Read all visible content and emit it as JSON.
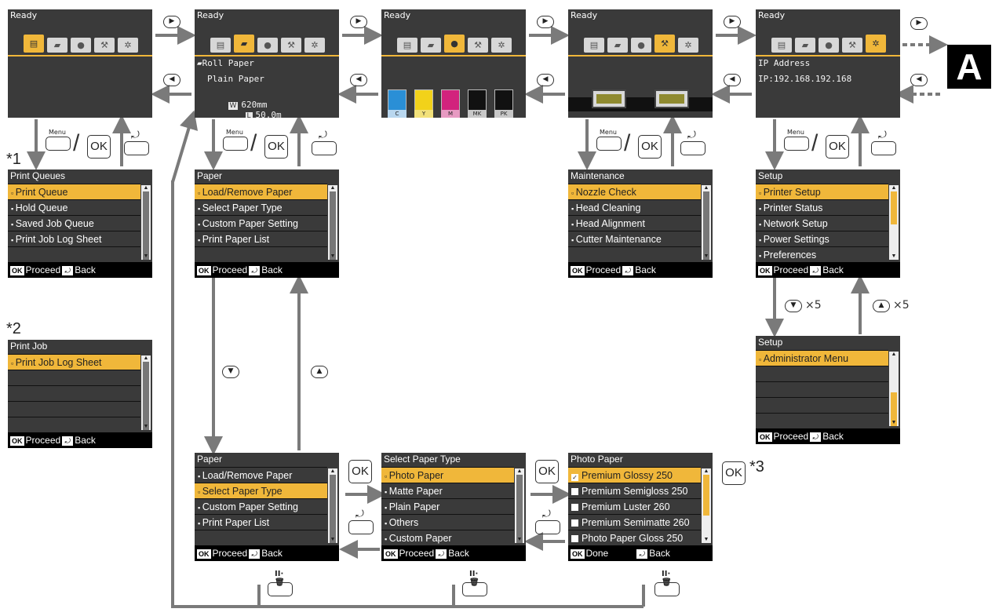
{
  "ready": {
    "title": "Ready",
    "paper_line1": "Roll Paper",
    "paper_line2": "Plain Paper",
    "width_value": "620mm",
    "length_value": "50.0m",
    "width_badge": "W",
    "length_badge": "L",
    "ip_line1": "IP Address",
    "ip_line2": "IP:192.168.192.168",
    "ink_labels": [
      "C",
      "Y",
      "M",
      "MK",
      "PK"
    ],
    "ink_colors": [
      "#2a8fd6",
      "#f2d21a",
      "#d2237d",
      "#111111",
      "#111111"
    ]
  },
  "menus": {
    "print_queues": {
      "title": "Print Queues",
      "items": [
        "Print Queue",
        "Hold Queue",
        "Saved Job Queue",
        "Print Job Log Sheet"
      ]
    },
    "print_job": {
      "title": "Print Job",
      "items": [
        "Print Job Log Sheet"
      ]
    },
    "paper": {
      "title": "Paper",
      "items": [
        "Load/Remove Paper",
        "Select Paper Type",
        "Custom Paper Setting",
        "Print Paper List"
      ]
    },
    "maintenance": {
      "title": "Maintenance",
      "items": [
        "Nozzle Check",
        "Head Cleaning",
        "Head Alignment",
        "Cutter Maintenance"
      ]
    },
    "setup": {
      "title": "Setup",
      "items": [
        "Printer Setup",
        "Printer Status",
        "Network Setup",
        "Power Settings",
        "Preferences"
      ]
    },
    "setup_admin": {
      "title": "Setup",
      "items": [
        "Administrator Menu"
      ]
    },
    "paper2": {
      "title": "Paper",
      "items": [
        "Load/Remove Paper",
        "Select Paper Type",
        "Custom Paper Setting",
        "Print Paper List"
      ]
    },
    "select_paper_type": {
      "title": "Select Paper Type",
      "items": [
        "Photo Paper",
        "Matte Paper",
        "Plain Paper",
        "Others",
        "Custom Paper"
      ]
    },
    "photo_paper": {
      "title": "Photo Paper",
      "items": [
        "Premium Glossy 250",
        "Premium Semigloss 250",
        "Premium Luster 260",
        "Premium Semimatte 260",
        "Photo Paper Gloss 250"
      ]
    }
  },
  "footer": {
    "ok": "OK",
    "proceed": "Proceed",
    "back": "Back",
    "done": "Done"
  },
  "buttons": {
    "ok": "OK",
    "menu": "Menu",
    "slash": "/",
    "times5": "×5",
    "pause_glyph": "II·🗑",
    "back_glyph": "⤾"
  },
  "notes": {
    "n1": "*1",
    "n2": "*2",
    "n3": "*3"
  },
  "big_label": "A",
  "colors": {
    "accent": "#f0b73a",
    "screen": "#3a3a3a",
    "arrow": "#7a7a7a"
  }
}
